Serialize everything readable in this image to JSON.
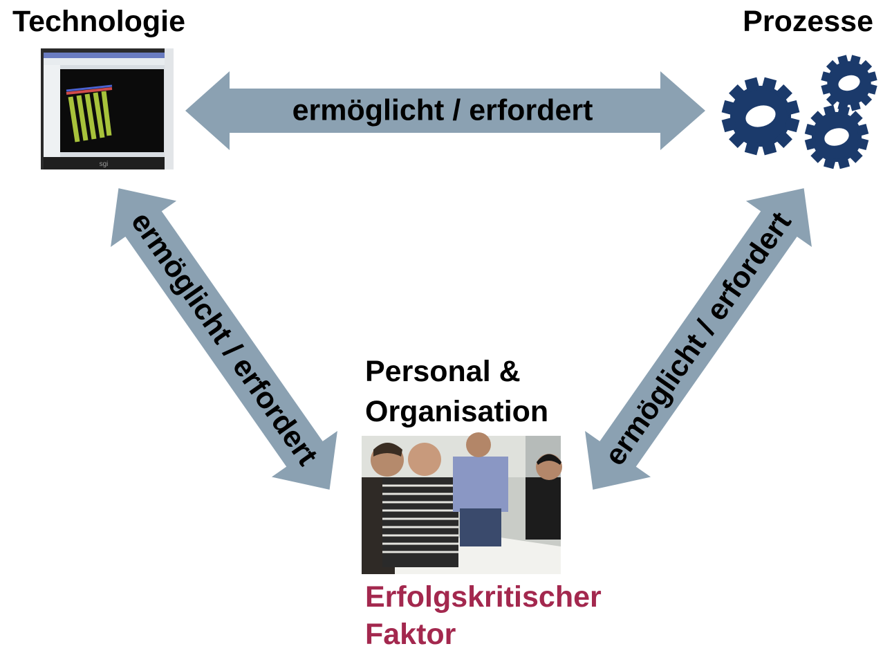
{
  "nodes": {
    "technology": "Technologie",
    "processes": "Prozesse",
    "personnel_line1": "Personal &",
    "personnel_line2": "Organisation",
    "critical_line1": "Erfolgskritischer",
    "critical_line2": "Faktor"
  },
  "arrows": {
    "top": "ermöglicht / erfordert",
    "left": "ermöglicht / erfordert",
    "right": "ermöglicht / erfordert"
  },
  "images": {
    "monitor_brand": "sgi"
  },
  "colors": {
    "arrow": "#8ba1b2",
    "gear": "#1b3a6b",
    "accent": "#a3284e"
  }
}
